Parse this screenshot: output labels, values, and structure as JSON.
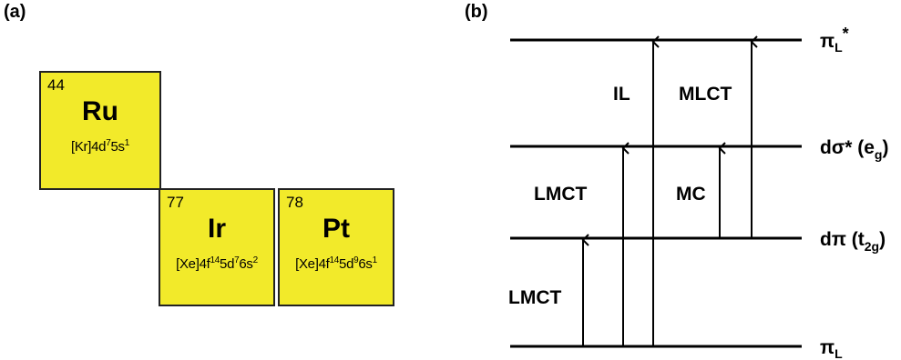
{
  "panels": {
    "a": "(a)",
    "b": "(b)"
  },
  "tile_color": "#f2ea2a",
  "elements": [
    {
      "number": "44",
      "symbol": "Ru",
      "config": [
        "[Kr]4d",
        "7",
        "5s",
        "1"
      ]
    },
    {
      "number": "77",
      "symbol": "Ir",
      "config": [
        "[Xe]4f",
        "14",
        "5d",
        "7",
        "6s",
        "2"
      ]
    },
    {
      "number": "78",
      "symbol": "Pt",
      "config": [
        "[Xe]4f",
        "14",
        "5d",
        "9",
        "6s",
        "1"
      ]
    }
  ],
  "levels": {
    "pi_star": {
      "main": "π",
      "sub": "L",
      "sup": "*"
    },
    "d_sigma": {
      "main": "dσ* (e",
      "sub": "g",
      "tail": ")"
    },
    "d_pi": {
      "main": "dπ (t",
      "sub": "2g",
      "tail": ")"
    },
    "pi_L": {
      "main": "π",
      "sub": "L"
    }
  },
  "transitions": {
    "il": "IL",
    "mlct": "MLCT",
    "lmct_upper": "LMCT",
    "mc": "MC",
    "lmct_lower": "LMCT"
  }
}
